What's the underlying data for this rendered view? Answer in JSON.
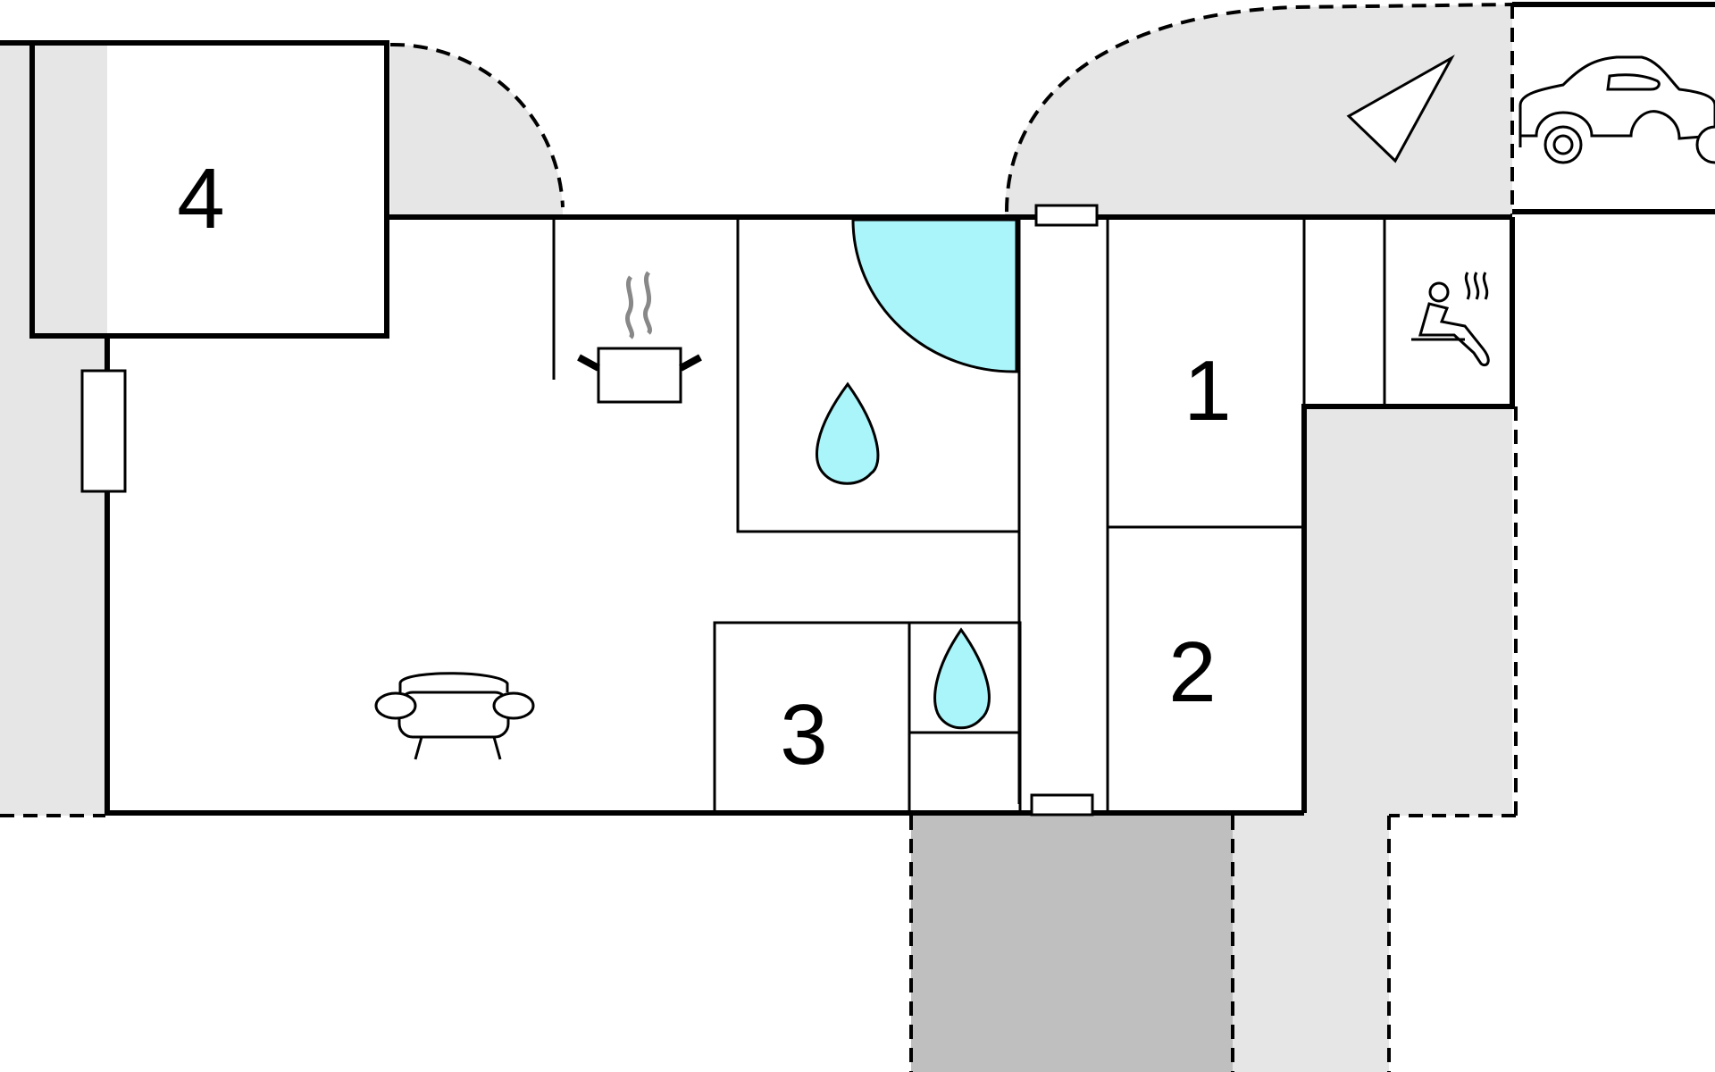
{
  "rooms": [
    {
      "id": "room-1",
      "label": "1"
    },
    {
      "id": "room-2",
      "label": "2"
    },
    {
      "id": "room-3",
      "label": "3"
    },
    {
      "id": "room-4",
      "label": "4"
    }
  ],
  "colors": {
    "wall": "#000000",
    "outdoor_area": "#e6e6e6",
    "covered_area": "#bfbfbf",
    "water": "#aaf5fa",
    "steam": "#888888"
  },
  "icons": [
    "kitchen-pot-icon",
    "bathroom-water-drop-icon",
    "shower-water-drop-icon",
    "sofa-icon",
    "sauna-icon",
    "car-icon",
    "north-arrow-icon"
  ]
}
